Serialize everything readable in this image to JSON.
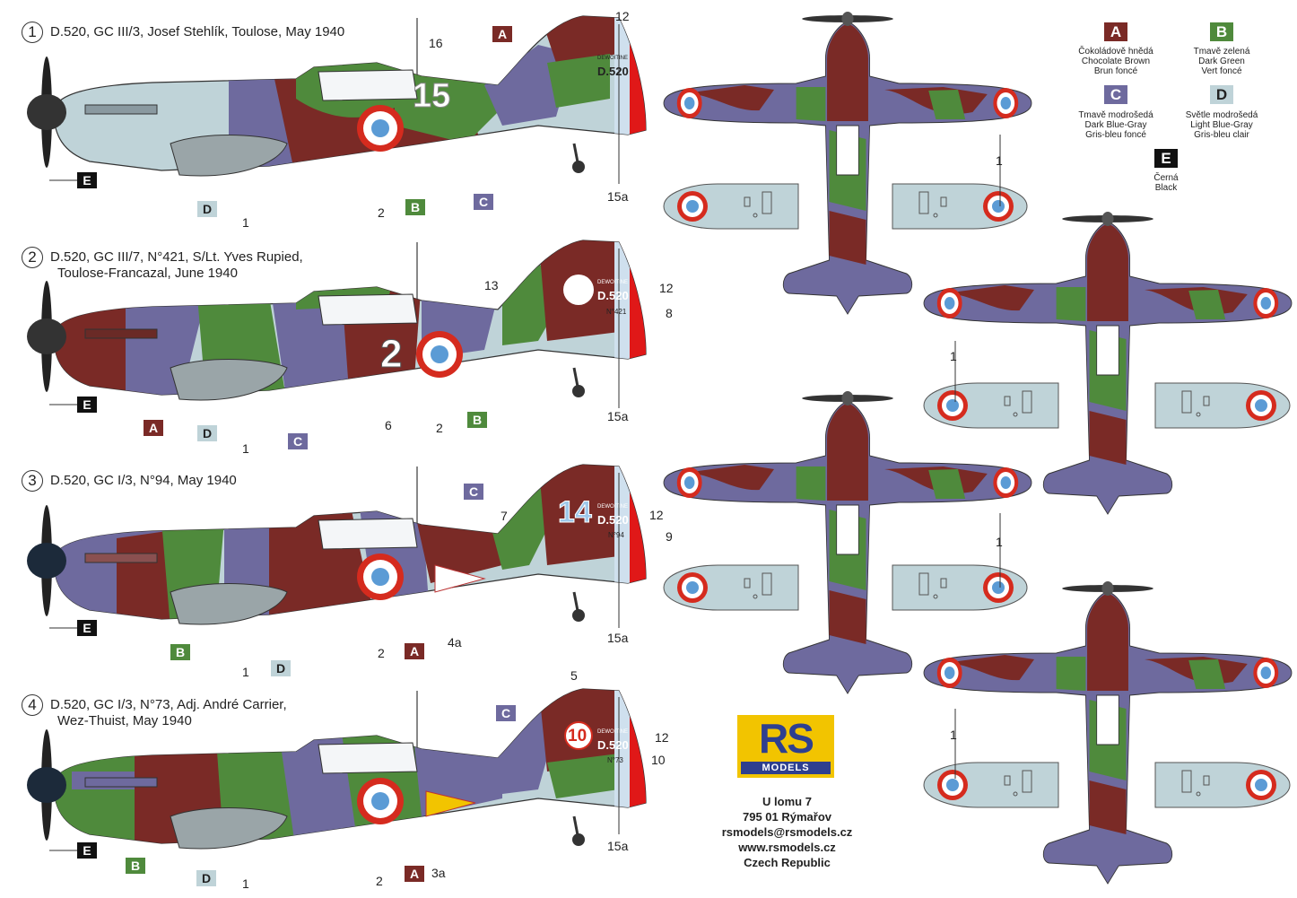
{
  "schemes": [
    {
      "number": "1",
      "title_line1": "D.520, GC III/3, Josef Stehlík, Toulose, May 1940",
      "title_line2": "",
      "code": "15",
      "tail_text": "DEWOITINE",
      "tail_type": "D.520",
      "tail_serial": ""
    },
    {
      "number": "2",
      "title_line1": "D.520, GC III/7, N°421, S/Lt. Yves Rupied,",
      "title_line2": "Toulose-Francazal, June 1940",
      "code": "2",
      "tail_text": "DEWOITINE",
      "tail_type": "D.520",
      "tail_serial": "N°421"
    },
    {
      "number": "3",
      "title_line1": "D.520, GC I/3, N°94, May 1940",
      "title_line2": "",
      "code": "14",
      "tail_text": "DEWOITINE",
      "tail_type": "D.520",
      "tail_serial": "N°94"
    },
    {
      "number": "4",
      "title_line1": "D.520, GC I/3, N°73, Adj. André Carrier,",
      "title_line2": "Wez-Thuist, May 1940",
      "code": "10",
      "tail_text": "DEWOITINE",
      "tail_type": "D.520",
      "tail_serial": "N°73"
    }
  ],
  "callouts": {
    "s1": [
      "12",
      "16",
      "A",
      "E",
      "D",
      "1",
      "2",
      "B",
      "C",
      "15a"
    ],
    "s2": [
      "13",
      "12",
      "8",
      "E",
      "A",
      "D",
      "1",
      "6",
      "2",
      "C",
      "B",
      "15a"
    ],
    "s3": [
      "C",
      "7",
      "12",
      "9",
      "E",
      "B",
      "1",
      "D",
      "2",
      "A",
      "4a",
      "15a"
    ],
    "s4": [
      "5",
      "C",
      "12",
      "10",
      "E",
      "B",
      "D",
      "1",
      "2",
      "A",
      "3a",
      "15a"
    ],
    "plan": [
      "1",
      "1",
      "1",
      "1"
    ]
  },
  "legend": [
    {
      "key": "A",
      "color": "#7a2a26",
      "cz": "Čokoládově hnědá",
      "en": "Chocolate Brown",
      "fr": "Brun foncé"
    },
    {
      "key": "B",
      "color": "#4f8a3c",
      "cz": "Tmavě zelená",
      "en": "Dark Green",
      "fr": "Vert foncé"
    },
    {
      "key": "C",
      "color": "#6e6a9e",
      "cz": "Tmavě modrošedá",
      "en": "Dark Blue-Gray",
      "fr": "Gris-bleu foncé"
    },
    {
      "key": "D",
      "color": "#bfd3d8",
      "cz": "Světle modrošedá",
      "en": "Light Blue-Gray",
      "fr": "Gris-bleu clair"
    },
    {
      "key": "E",
      "color": "#111111",
      "cz": "Černá",
      "en": "Black",
      "fr": ""
    }
  ],
  "logo": {
    "brand": "RS",
    "sub": "MODELS"
  },
  "address": {
    "line1": "U lomu 7",
    "line2": "795 01 Rýmařov",
    "line3": "rsmodels@rsmodels.cz",
    "line4": "www.rsmodels.cz",
    "line5": "Czech Republic"
  },
  "colors": {
    "brown": "#7a2a26",
    "green": "#4f8a3c",
    "bluegray": "#6e6a9e",
    "lightgray": "#bfd3d8",
    "black": "#111111",
    "roundel_red": "#d52b1e",
    "roundel_blue": "#5b9bd5"
  }
}
